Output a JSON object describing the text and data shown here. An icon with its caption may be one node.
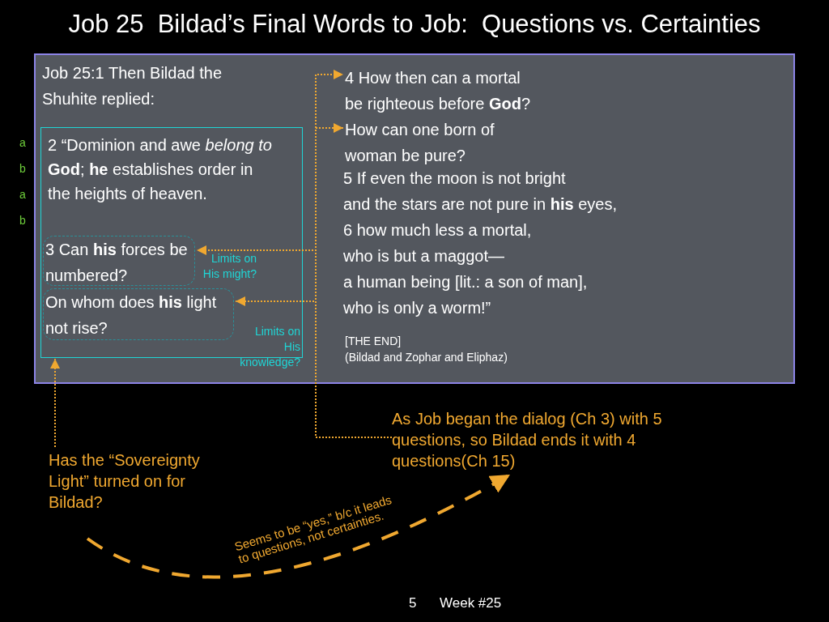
{
  "diagram": {
    "title": "Job 25  Bildad’s Final Words to Job:  Questions vs. Certainties",
    "nodes": [
      {
        "text": [
          "Job 25:1 Then Bildad the Shuhite replied:"
        ]
      },
      {
        "text": [
          "2 “Dominion and awe *belong to* **God**; **he** establishes order in the heights of heaven."
        ],
        "in": 0
      },
      {
        "text": [
          "3 Can **his** forces be numbered?"
        ],
        "in": 1,
        "beside": [
          "Limits on His might?"
        ]
      },
      {
        "text": [
          "On whom does **his** light not rise?"
        ],
        "in": 1,
        "beside": [
          "Limits on His knowledge?"
        ]
      },
      {
        "text": [
          "4 How then can a mortal be righteous before **God**?"
        ],
        "in": 0
      },
      {
        "text": [
          "How can one born of woman be pure?"
        ],
        "in": 0
      },
      {
        "text": [
          "As Job began the dialog (Ch 3) with 5 questions, so Bildad ends it with 4 questions(Ch 15)"
        ]
      },
      {
        "text": [
          "Has the “Sovereignty Light” turned on for Bildad?"
        ]
      }
    ],
    "edges": [
      {
        "from": 6,
        "to": 4,
        "arrow": "to",
        "style": "dashed"
      },
      {
        "from": 6,
        "to": 5,
        "arrow": "to",
        "style": "dashed"
      },
      {
        "from": 6,
        "to": 2,
        "arrow": "to",
        "style": "dashed"
      },
      {
        "from": 6,
        "to": 3,
        "arrow": "to",
        "style": "dashed"
      },
      {
        "from": 7,
        "to": 1,
        "arrow": "to",
        "style": "dashed"
      },
      {
        "from": 7,
        "to": 6,
        "arrow": "to",
        "style": "dashed",
        "label": "Seems to be “yes,” b/c it leads to questions, not certainties."
      }
    ],
    "labels": [
      "a",
      "b",
      "a",
      "b",
      "5 If even the moon is not bright",
      "and the stars are not pure in **his** eyes,",
      "6 how much less a mortal,",
      "who is but a maggot—",
      "a human being [lit.: a son of man],",
      "who is only a worm!”",
      "[THE END]",
      "(Bildad and Zophar and Eliphaz)",
      "5",
      "Week #25"
    ]
  }
}
